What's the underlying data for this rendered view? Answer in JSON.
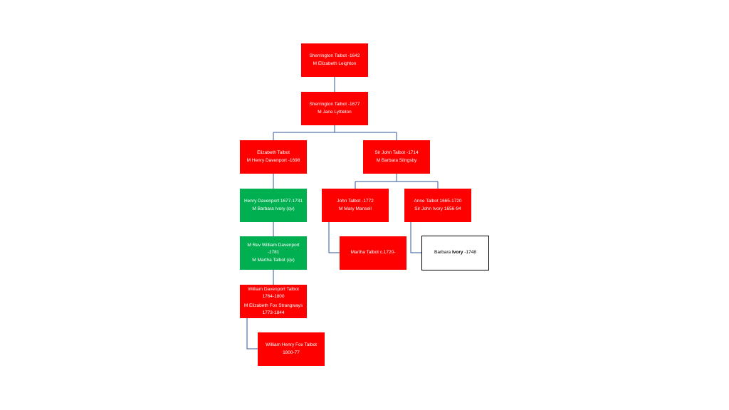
{
  "colors": {
    "ancestor": "#ff0000",
    "davenport": "#00b050",
    "connector": "#2f5597",
    "outline": "#000000"
  },
  "nodes": {
    "sherrington_1642": {
      "line1": "Sherrington Talbot -1642",
      "line2": "M Elizabeth Leighton"
    },
    "sherrington_1677": {
      "line1": "Sherrington Talbot -1677",
      "line2": "M Jane Lyttleton"
    },
    "elizabeth_talbot": {
      "line1": "Elizabeth Talbot",
      "line2": "M Henry Davenport -1698"
    },
    "sir_john_talbot": {
      "line1": "Sir John Talbot -1714",
      "line2": "M Barbara Slingsby"
    },
    "henry_davenport": {
      "line1": "Henry Davenport 1677-1731",
      "line2": "M Barbara Ivory (qv)"
    },
    "john_talbot": {
      "line1": "John Talbot -1772",
      "line2": "M Mary Mansell"
    },
    "anne_talbot": {
      "line1": "Anne Talbot 1665-1720",
      "line2": "Sir John Ivory 1656-94"
    },
    "rev_william": {
      "line1": "M Rev William Davenport",
      "line2": "-1781",
      "line3": "M Martha Talbot (qv)"
    },
    "martha_talbot": {
      "line1": "Martha Talbot c.1720-"
    },
    "barbara_ivory": {
      "prefix": "Barbara ",
      "bold": "Ivory",
      "suffix": " -1748"
    },
    "william_davenport_talbot": {
      "line1": "William Davenport Talbot",
      "line2": "1764-1800",
      "line3": "M Elizabeth Fox Strangways",
      "line4": "1773-1844"
    },
    "william_henry_fox_talbot": {
      "line1": "William Henry Fox Talbot",
      "line2": "1800-77"
    }
  }
}
